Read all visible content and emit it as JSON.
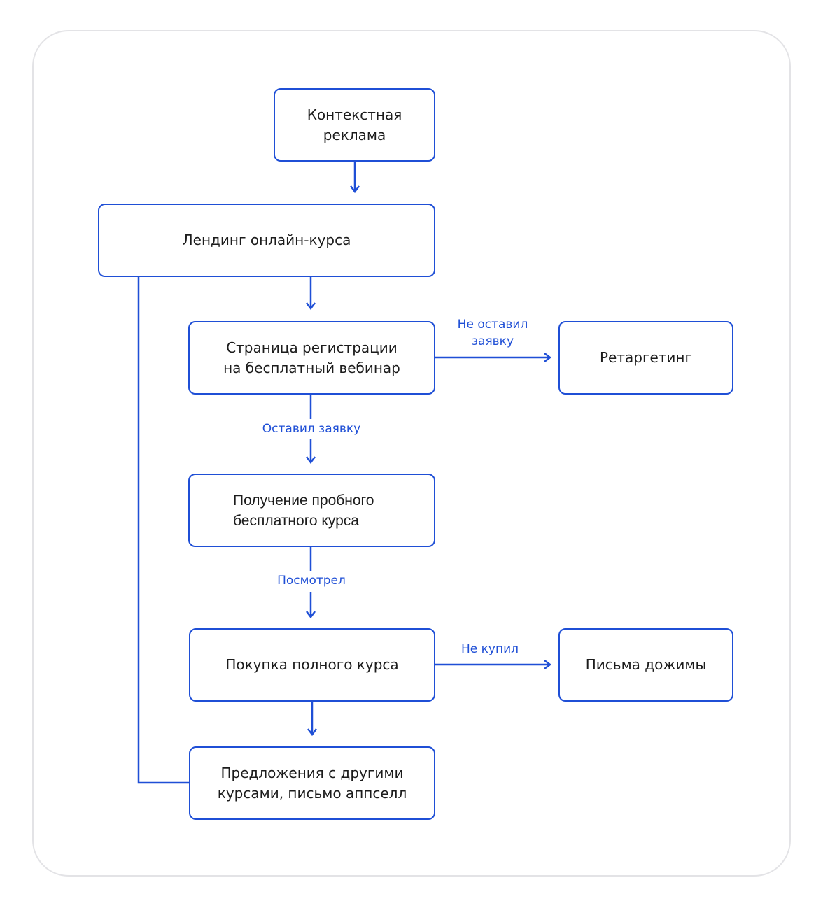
{
  "nodes": {
    "context_ads": "Контекстная\nреклама",
    "landing": "Лендинг онлайн-курса",
    "registration": "Страница регистрации\nна бесплатный вебинар",
    "retargeting": "Ретаргетинг",
    "trial_course": "Получение пробного\nбесплатного  курса",
    "purchase": "Покупка полного курса",
    "reminder_emails": "Письма дожимы",
    "upsell": "Предложения с другими\nкурсами, письмо аппселл"
  },
  "edge_labels": {
    "no_application": "Не оставил\nзаявку",
    "applied": "Оставил заявку",
    "watched": "Посмотрел",
    "not_bought": "Не купил"
  },
  "colors": {
    "accent": "#1f4fd6",
    "text": "#1c1c1c",
    "card_border": "#e3e3e6"
  }
}
